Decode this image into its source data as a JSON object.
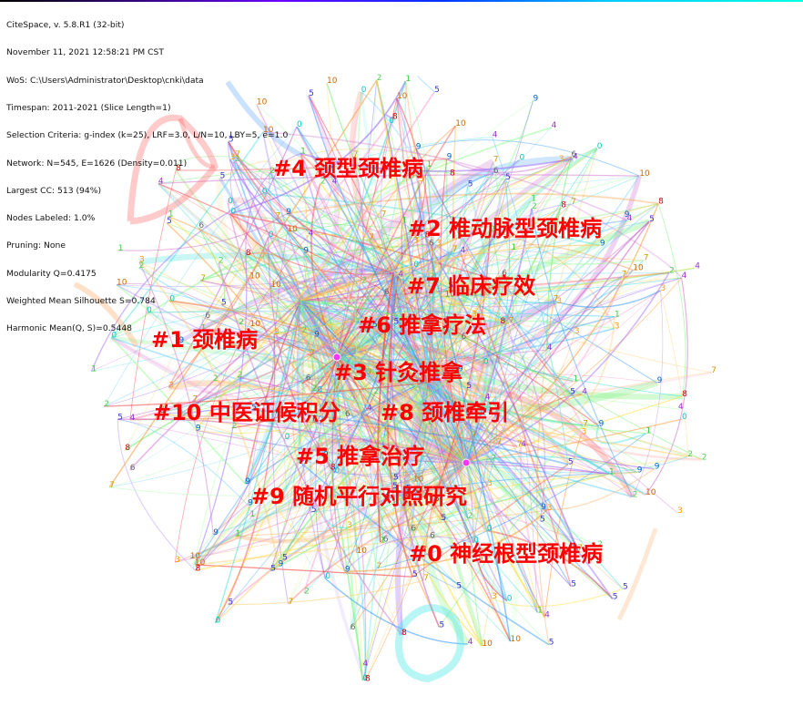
{
  "info_lines": [
    "CiteSpace, v. 5.8.R1 (32-bit)",
    "November 11, 2021 12:58:21 PM CST",
    "WoS: C:\\Users\\Administrator\\Desktop\\cnki\\data",
    "Timespan: 2011-2021 (Slice Length=1)",
    "Selection Criteria: g-index (k=25), LRF=3.0, L/N=10, LBY=5, e=1.0",
    "Network: N=545, E=1626 (Density=0.011)",
    "Largest CC: 513 (94%)",
    "Nodes Labeled: 1.0%",
    "Pruning: None",
    "Modularity Q=0.4175",
    "Weighted Mean Silhouette S=0.784",
    "Harmonic Mean(Q, S)=0.5448"
  ],
  "clusters": [
    {
      "id": "#0",
      "label": "神经根型颈椎病"
    },
    {
      "id": "#1",
      "label": "颈椎病"
    },
    {
      "id": "#2",
      "label": "椎动脉型颈椎病"
    },
    {
      "id": "#3",
      "label": "针灸推拿"
    },
    {
      "id": "#4",
      "label": "颈型颈椎病"
    },
    {
      "id": "#5",
      "label": "推拿治疗"
    },
    {
      "id": "#6",
      "label": "推拿疗法"
    },
    {
      "id": "#7",
      "label": "临床疗效"
    },
    {
      "id": "#8",
      "label": "颈椎牵引"
    },
    {
      "id": "#9",
      "label": "随机平行对照研究"
    },
    {
      "id": "#10",
      "label": "中医证候积分"
    }
  ],
  "cluster_colors": {
    "0": "#00c8c8",
    "1": "#33cc33",
    "2": "#55cc55",
    "3": "#ff9900",
    "4": "#9933cc",
    "5": "#3333cc",
    "6": "#666666",
    "7": "#cc9900",
    "8": "#cc0000",
    "9": "#0066cc",
    "10": "#cc6600"
  },
  "label_color": "#ff0000",
  "network": {
    "nodes": 545,
    "edges": 1626
  }
}
